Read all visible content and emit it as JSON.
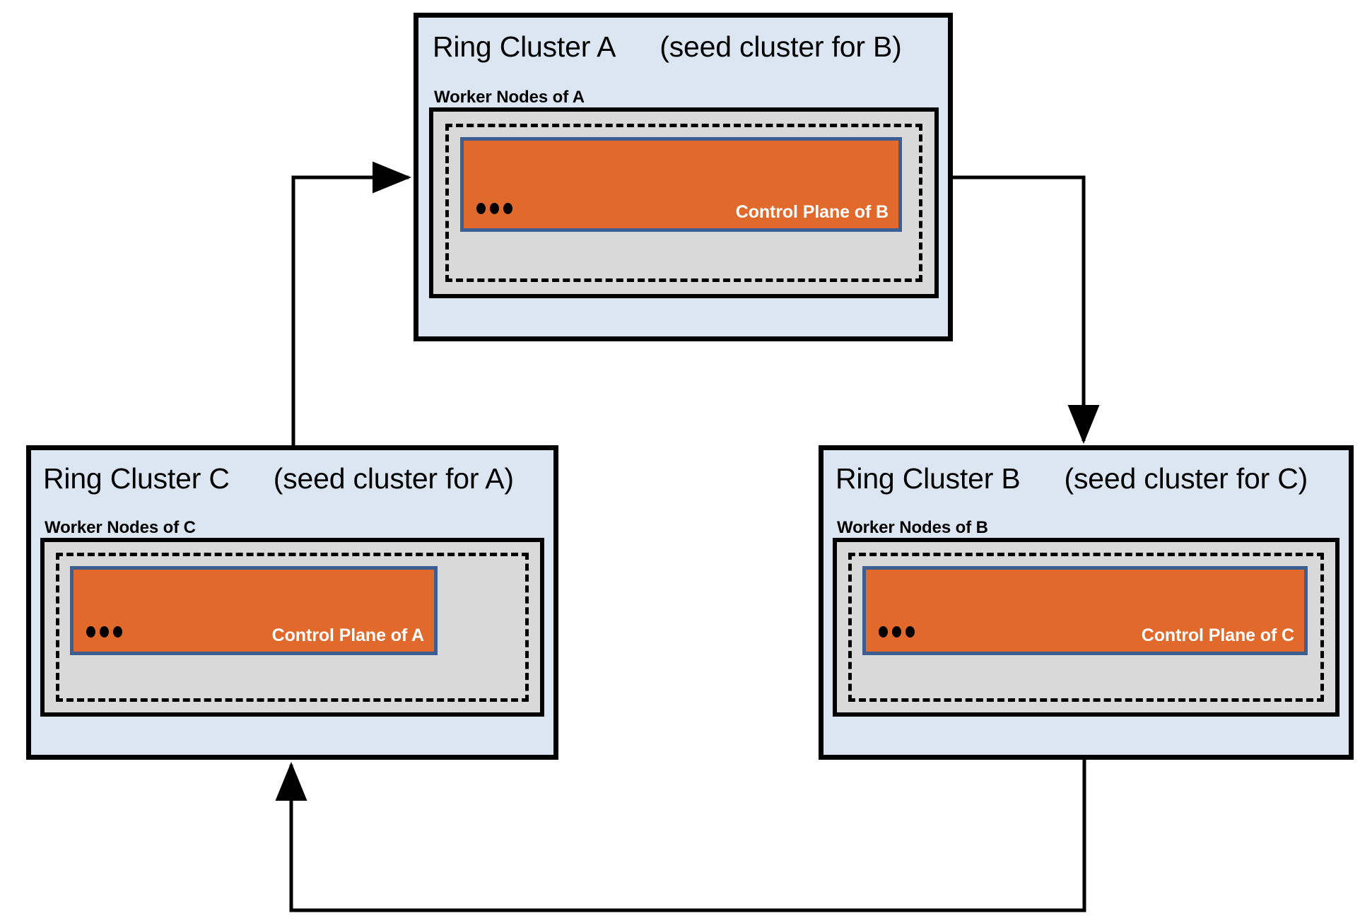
{
  "diagram": {
    "title": "Ring cluster topology with seed-cluster relationships",
    "colors": {
      "cluster_background": "#dce6f2",
      "worker_background": "#d9d9d9",
      "control_plane_fill": "#e0692b",
      "control_plane_border": "#3c5f93",
      "outline": "#000000",
      "canvas": "#ffffff"
    }
  },
  "clusters": [
    {
      "id": "A",
      "name": "Ring Cluster A",
      "seed_note": "(seed cluster for B)",
      "worker_label": "Worker Nodes of A",
      "control_plane_label": "Control Plane of B",
      "ellipsis": "•••"
    },
    {
      "id": "C",
      "name": "Ring Cluster C",
      "seed_note": "(seed cluster for A)",
      "worker_label": "Worker Nodes of C",
      "control_plane_label": "Control Plane of A",
      "ellipsis": "•••"
    },
    {
      "id": "B",
      "name": "Ring Cluster B",
      "seed_note": "(seed cluster for C)",
      "worker_label": "Worker Nodes of B",
      "control_plane_label": "Control Plane of C",
      "ellipsis": "•••"
    }
  ],
  "arrows": [
    {
      "id": "c-to-a",
      "from": "C",
      "to": "A",
      "label": ""
    },
    {
      "id": "a-to-b",
      "from": "A",
      "to": "B",
      "label": ""
    },
    {
      "id": "b-to-c",
      "from": "B",
      "to": "C",
      "label": ""
    }
  ]
}
